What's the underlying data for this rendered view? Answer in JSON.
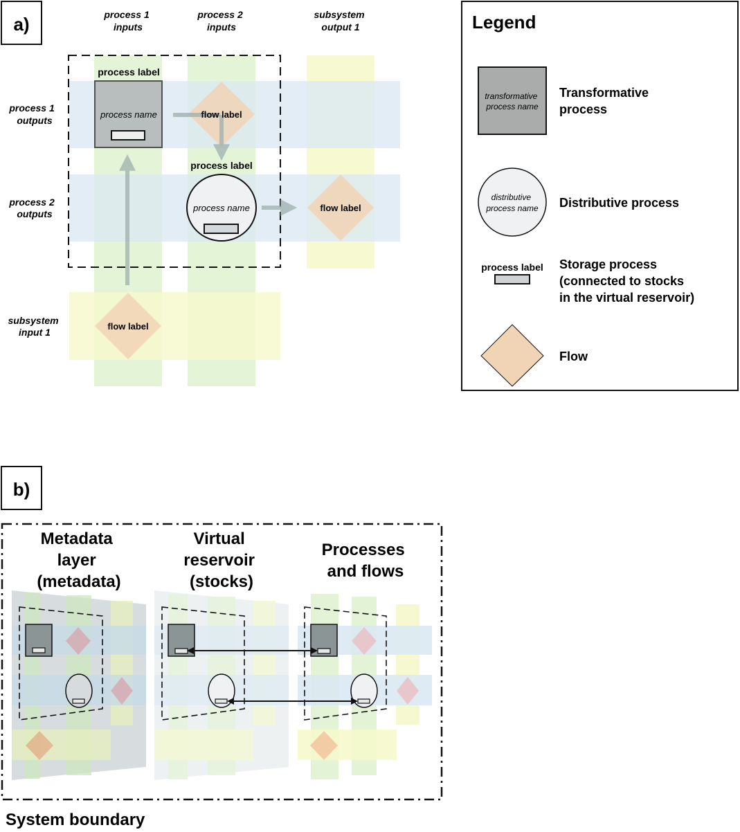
{
  "panel_a": {
    "tag": "a)",
    "col_headers": [
      {
        "line1": "process 1",
        "line2": "inputs"
      },
      {
        "line1": "process 2",
        "line2": "inputs"
      },
      {
        "line1": "subsystem",
        "line2": "output 1"
      }
    ],
    "row_headers": [
      {
        "line1": "process 1",
        "line2": "outputs"
      },
      {
        "line1": "process 2",
        "line2": "outputs"
      },
      {
        "line1": "subsystem",
        "line2": "input 1"
      }
    ],
    "transformative": {
      "label": "process label",
      "name": "process name"
    },
    "distributive": {
      "label": "process label",
      "name": "process name"
    },
    "flow_labels": [
      "flow label",
      "flow label",
      "flow label"
    ]
  },
  "legend": {
    "title": "Legend",
    "transformative": {
      "icon_line1": "transformative",
      "icon_line2": "process name",
      "line1": "Transformative",
      "line2": "process"
    },
    "distributive": {
      "icon_line1": "distributive",
      "icon_line2": "process name",
      "label": "Distributive process"
    },
    "storage": {
      "icon_label": "process label",
      "line1": "Storage process",
      "line2": "(connected to stocks",
      "line3": "in the virtual reservoir)"
    },
    "flow": {
      "label": "Flow"
    }
  },
  "panel_b": {
    "tag": "b)",
    "layer_titles": [
      {
        "line1": "Metadata",
        "line2": "layer",
        "line3": "(metadata)"
      },
      {
        "line1": "Virtual",
        "line2": "reservoir",
        "line3": "(stocks)"
      },
      {
        "line1": "Processes",
        "line2": "and flows"
      }
    ],
    "boundary_label": "System boundary"
  },
  "colors": {
    "column_green": "#dff3d0",
    "row_blue": "#dbe9f3",
    "yellow": "#f6f9cc",
    "transformative_fill": "#a9acab",
    "distributive_fill": "#f0f1f3",
    "flow_fill": "#f1d3b6",
    "arrow": "#9fb0ae"
  }
}
